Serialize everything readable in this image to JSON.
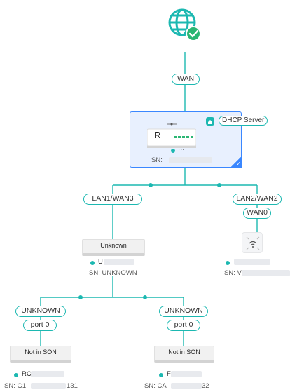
{
  "icons": {
    "internet": "globe-icon",
    "online": "check-badge-icon",
    "home": "home-icon",
    "selected": "check-icon",
    "wireless": "wifi-icon"
  },
  "colors": {
    "accent": "#1cb8b1",
    "selected_border": "#3a87ff",
    "selected_bg": "#e8f0fe",
    "online": "#2bb673"
  },
  "wan_link": {
    "label": "WAN"
  },
  "router": {
    "model_letter": "R",
    "role_badge": "DHCP Server",
    "name": "···",
    "sn_label": "SN: "
  },
  "branches": [
    {
      "port_label": "LAN1/WAN3"
    },
    {
      "port_label": "LAN2/WAN2",
      "sub_port_label": "WAN0"
    }
  ],
  "switch_node": {
    "box_label": "Unknown",
    "name": "U",
    "sn": "SN: UNKNOWN"
  },
  "ap_node": {
    "name": "",
    "sn": "SN: V"
  },
  "children": [
    {
      "link_label": "UNKNOWN",
      "port_label": "port 0",
      "box_label": "Not in SON",
      "name": "RC",
      "sn": "SN: G1",
      "sn_tail": "131"
    },
    {
      "link_label": "UNKNOWN",
      "port_label": "port 0",
      "box_label": "Not in SON",
      "name": "F",
      "sn": "SN: CA",
      "sn_tail": "32"
    }
  ]
}
